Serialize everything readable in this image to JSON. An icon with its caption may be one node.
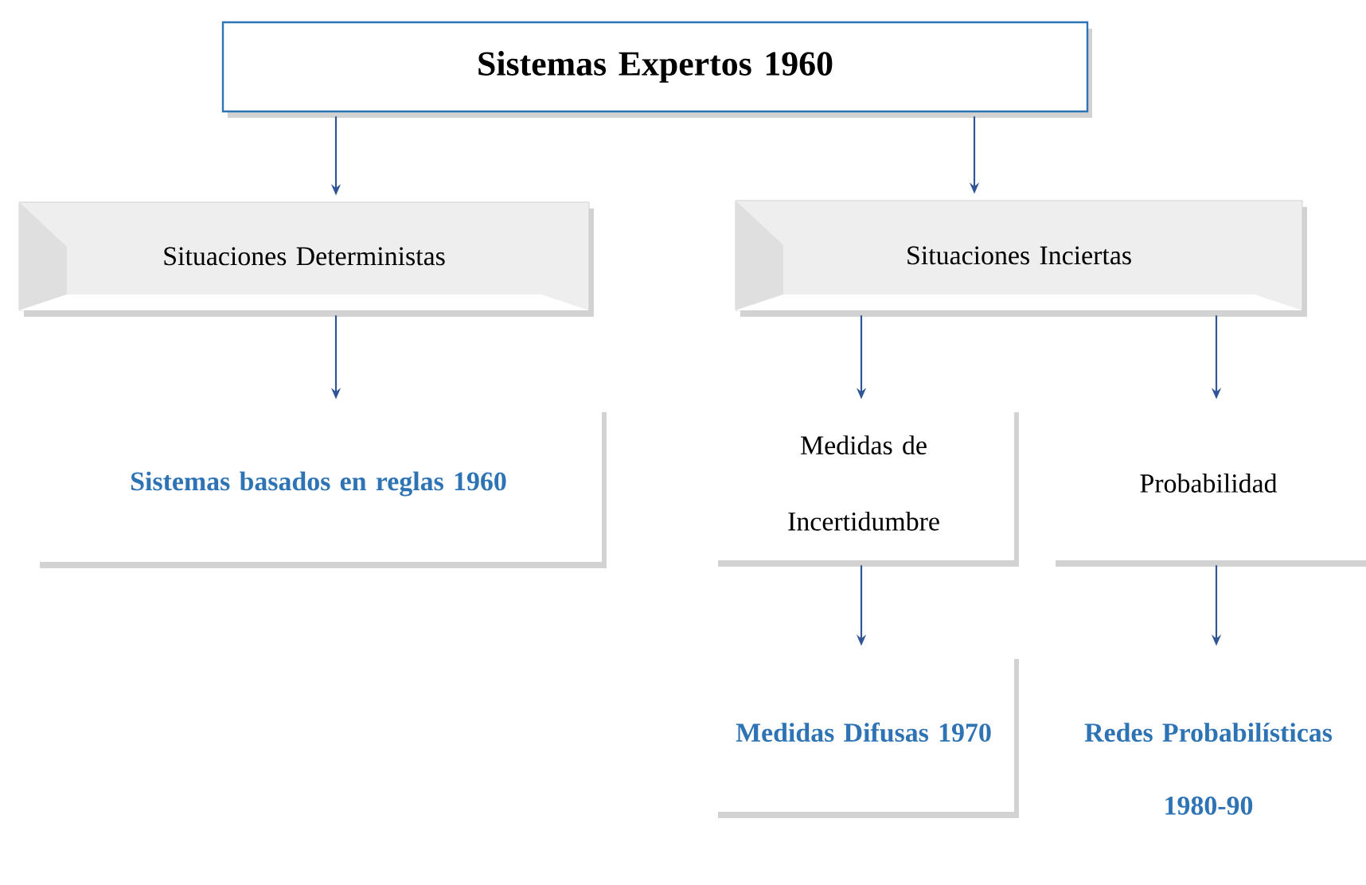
{
  "diagram": {
    "nodes": [
      {
        "text": [
          "Sistemas Expertos 1960"
        ]
      },
      {
        "text": [
          "Situaciones Deterministas"
        ]
      },
      {
        "text": [
          "Situaciones Inciertas"
        ]
      },
      {
        "text": [
          "Sistemas basados en reglas 1960"
        ]
      },
      {
        "text": [
          "Medidas de Incertidumbre"
        ]
      },
      {
        "text": [
          "Probabilidad"
        ]
      },
      {
        "text": [
          "Medidas Difusas 1970"
        ]
      },
      {
        "text": [
          "Redes Probabilísticas 1980-90"
        ]
      }
    ],
    "edges": [
      {
        "from": 0,
        "to": 1,
        "arrow": "to"
      },
      {
        "from": 0,
        "to": 2,
        "arrow": "to"
      },
      {
        "from": 1,
        "to": 3,
        "arrow": "to"
      },
      {
        "from": 2,
        "to": 4,
        "arrow": "to"
      },
      {
        "from": 2,
        "to": 5,
        "arrow": "to"
      },
      {
        "from": 4,
        "to": 6,
        "arrow": "to"
      },
      {
        "from": 5,
        "to": 7,
        "arrow": "to"
      }
    ]
  }
}
